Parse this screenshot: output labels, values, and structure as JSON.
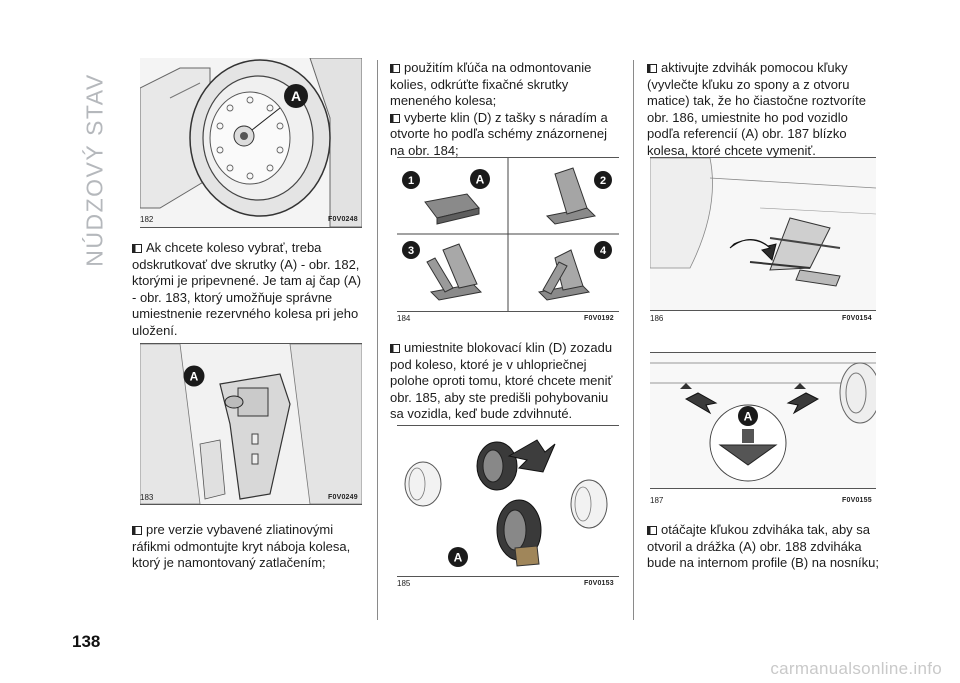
{
  "sidebar": {
    "section_title": "NÚDZOVÝ STAV"
  },
  "page_number": "138",
  "figures": {
    "f182": {
      "number": "182",
      "code": "F0V0248",
      "callout_a": "A"
    },
    "f183": {
      "number": "183",
      "code": "F0V0249",
      "callout_a": "A"
    },
    "f184": {
      "number": "184",
      "code": "F0V0192",
      "callout_a": "A",
      "callout_1": "1",
      "callout_2": "2",
      "callout_3": "3",
      "callout_4": "4"
    },
    "f185": {
      "number": "185",
      "code": "F0V0153",
      "callout_a": "A"
    },
    "f186": {
      "number": "186",
      "code": "F0V0154"
    },
    "f187": {
      "number": "187",
      "code": "F0V0155",
      "callout_a": "A"
    }
  },
  "text": {
    "col1_p1": "Ak chcete koleso vybrať, treba odskrutkovať dve skrutky (A) - obr. 182, ktorými je pripevnené. Je tam aj čap (A) - obr. 183, ktorý umožňuje správne umiestnenie rezervného kolesa pri jeho uložení.",
    "col1_p2": "pre verzie vybavené zliatinovými ráfikmi odmontujte kryt náboja kolesa, ktorý je namontovaný zatlačením;",
    "col2_p1": "použitím kľúča na odmontovanie kolies, odkrúťte fixačné skrutky meneného kolesa;",
    "col2_p2": "vyberte klin (D) z tašky s náradím a otvorte ho podľa schémy znázornenej na obr. 184;",
    "col2_p3": "umiestnite blokovací klin (D) zozadu pod koleso, ktoré je v uhlopriečnej polohe oproti tomu, ktoré chcete meniť obr. 185, aby ste predišli pohybovaniu sa vozidla, keď bude zdvihnuté.",
    "col3_p1": "aktivujte zdvihák pomocou kľuky (vyvlečte kľuku zo spony a z otvoru matice) tak, že ho čiastočne roztvoríte obr. 186, umiestnite ho pod vozidlo podľa referencií (A) obr. 187 blízko kolesa, ktoré chcete vymeniť.",
    "col3_p2": "otáčajte kľukou zdviháka tak, aby sa otvoril a drážka (A) obr. 188 zdviháka bude na internom profile (B) na nosníku;"
  },
  "watermark": "carmanualsonline.info"
}
